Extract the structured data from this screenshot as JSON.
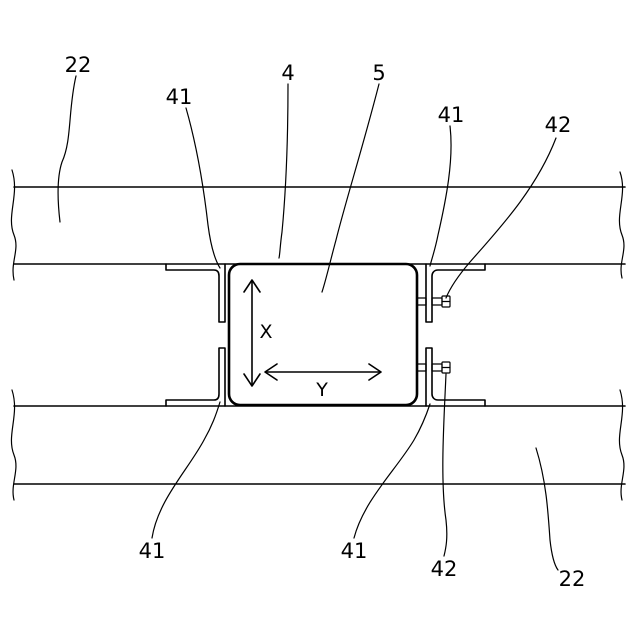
{
  "labels": {
    "slab_top": "22",
    "slab_bottom": "22",
    "bracket_top_left": "41",
    "bracket_top_right": "41",
    "bracket_bottom_left": "41",
    "bracket_bottom_right": "41",
    "bolt_top": "42",
    "bolt_bottom": "42",
    "frame": "4",
    "block": "5"
  },
  "axes": {
    "vertical": "X",
    "horizontal": "Y"
  }
}
